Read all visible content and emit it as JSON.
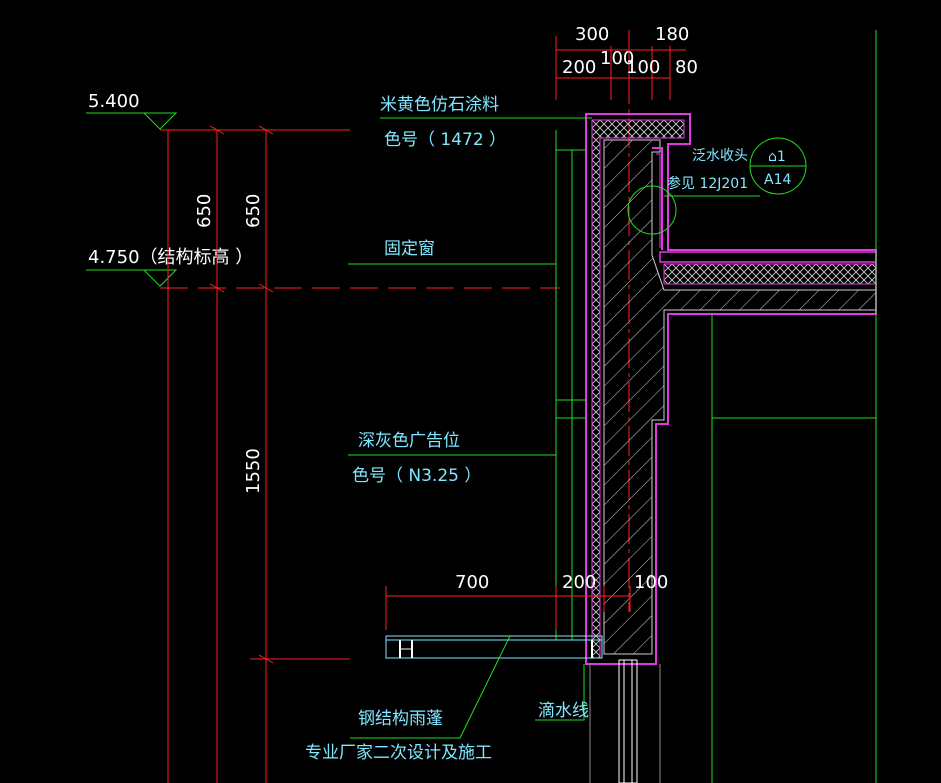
{
  "colors": {
    "background": "#000000",
    "red": "#ff2020",
    "green": "#21e021",
    "cyan": "#7fe7ff",
    "magenta": "#e238e2",
    "white": "#ffffff",
    "gray": "#8c8c8c"
  },
  "dimensions": {
    "top_300": "300",
    "top_180": "180",
    "top_200": "200",
    "top_100a": "100",
    "top_100b": "100",
    "top_80": "80",
    "vert_650_a": "650",
    "vert_650_b": "650",
    "vert_1550": "1550",
    "bottom_700": "700",
    "bottom_200": "200",
    "bottom_100": "100"
  },
  "elevations": {
    "top": "5.400",
    "structural": "4.750（结构标高  ）"
  },
  "labels": {
    "coating": "米黄色仿石涂料",
    "coating_color": "色号（   1472 ）",
    "fixed_window": "固定窗",
    "signage": "深灰色广告位",
    "signage_color": "色号（   N3.25 ）",
    "canopy": "钢结构雨蓬",
    "canopy_note": "专业厂家二次设计及施工",
    "drip": "滴水线",
    "flashing": "泛水收头",
    "flashing_ref": "参见 12J201"
  },
  "detail_callout": {
    "number": "⌂1",
    "sheet": "A14"
  }
}
